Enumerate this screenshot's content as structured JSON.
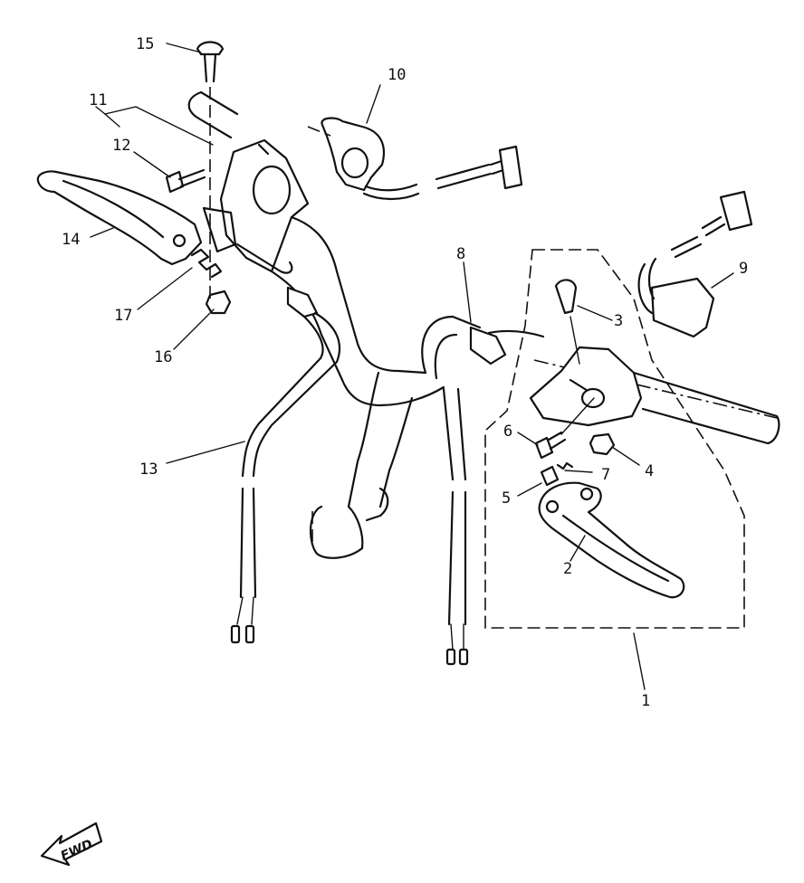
{
  "labels": {
    "l1": "1",
    "l2": "2",
    "l3": "3",
    "l4": "4",
    "l5": "5",
    "l6": "6",
    "l7": "7",
    "l8": "8",
    "l9": "9",
    "l10": "10",
    "l11": "11",
    "l12": "12",
    "l13": "13",
    "l14": "14",
    "l15": "15",
    "l16": "16",
    "l17": "17"
  },
  "fwd_text": "FWD"
}
